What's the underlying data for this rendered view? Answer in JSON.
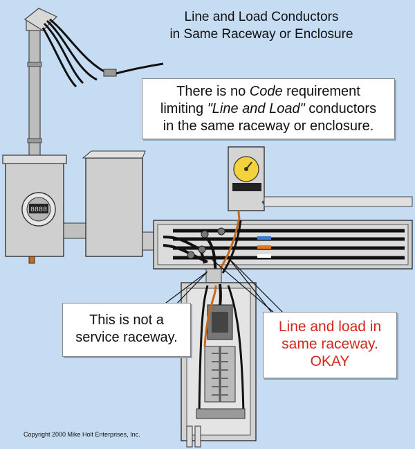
{
  "title": {
    "line1": "Line and Load Conductors",
    "line2": "in Same Raceway or Enclosure"
  },
  "note": {
    "line1": "There is no Code requirement",
    "line2_pre": "limiting ",
    "line2_italic": "\"Line and Load\"",
    "line2_post": " conductors",
    "line3": "in the same raceway or enclosure.",
    "emphasis_word": "Code"
  },
  "left_callout": {
    "line1": "This is not a",
    "line2": "service raceway."
  },
  "right_callout": {
    "line1": "Line and load in",
    "line2": "same raceway.",
    "line3": "OKAY",
    "color": "#d4261c"
  },
  "meter": {
    "dial_text": "8888"
  },
  "copyright": "Copyright 2000 Mike Holt Enterprises, Inc.",
  "colors": {
    "background": "#c5dcf2",
    "equipment": "#c9c9c9",
    "callout_text_red": "#d4261c"
  }
}
